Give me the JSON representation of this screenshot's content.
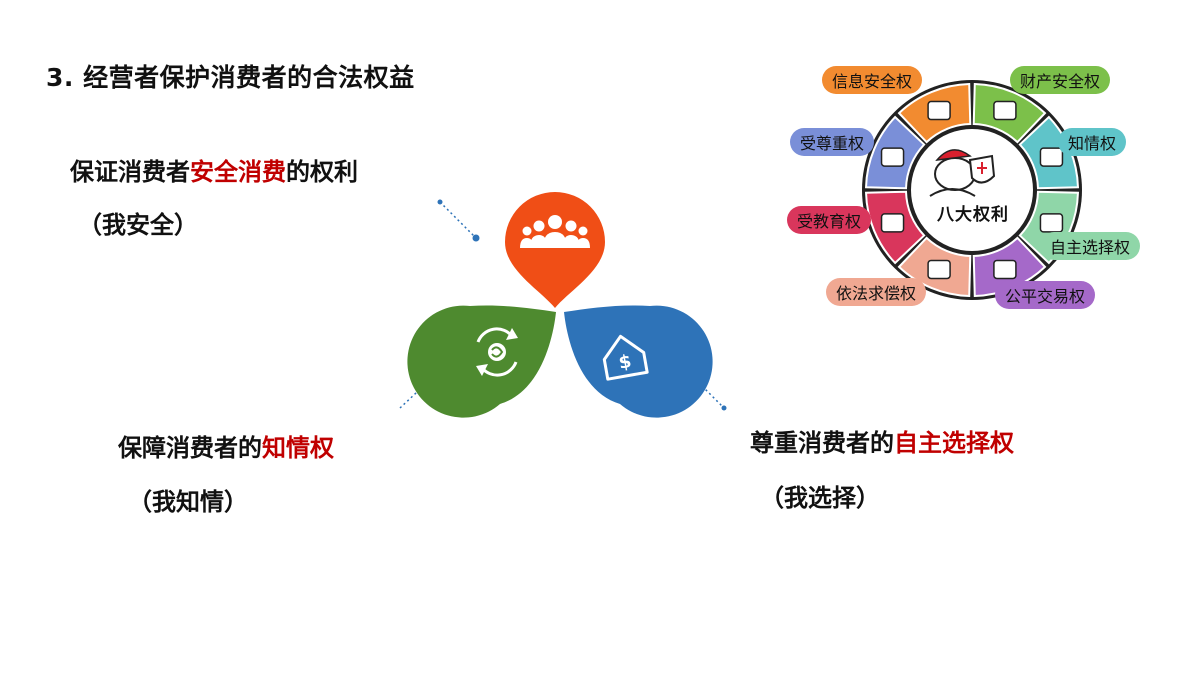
{
  "slide": {
    "title": "3. 经营者保护消费者的合法权益"
  },
  "points": [
    {
      "prefix": "保证消费者",
      "highlight": "安全消费",
      "suffix": "的权利",
      "sub": "（我安全）"
    },
    {
      "prefix": "保障消费者的",
      "highlight": "知情权",
      "suffix": "",
      "sub": "（我知情）"
    },
    {
      "prefix": "尊重消费者的",
      "highlight": "自主选择权",
      "suffix": "",
      "sub": "（我选择）"
    }
  ],
  "petals": {
    "top_color": "#f04e16",
    "left_color": "#4e8a2f",
    "right_color": "#2e73b8",
    "top_icon": "people-group-icon",
    "left_icon": "exchange-cycle-icon",
    "right_icon": "house-dollar-icon"
  },
  "rights_wheel": {
    "center": "八大权利",
    "items": [
      {
        "label": "信息安全权",
        "color": "#f28b30"
      },
      {
        "label": "财产安全权",
        "color": "#7cc04a"
      },
      {
        "label": "知情权",
        "color": "#5fc4c9"
      },
      {
        "label": "自主选择权",
        "color": "#8fd6a8"
      },
      {
        "label": "公平交易权",
        "color": "#a569c9"
      },
      {
        "label": "依法求偿权",
        "color": "#f0a892"
      },
      {
        "label": "受教育权",
        "color": "#d9365c"
      },
      {
        "label": "受尊重权",
        "color": "#7a8fd8"
      }
    ]
  }
}
